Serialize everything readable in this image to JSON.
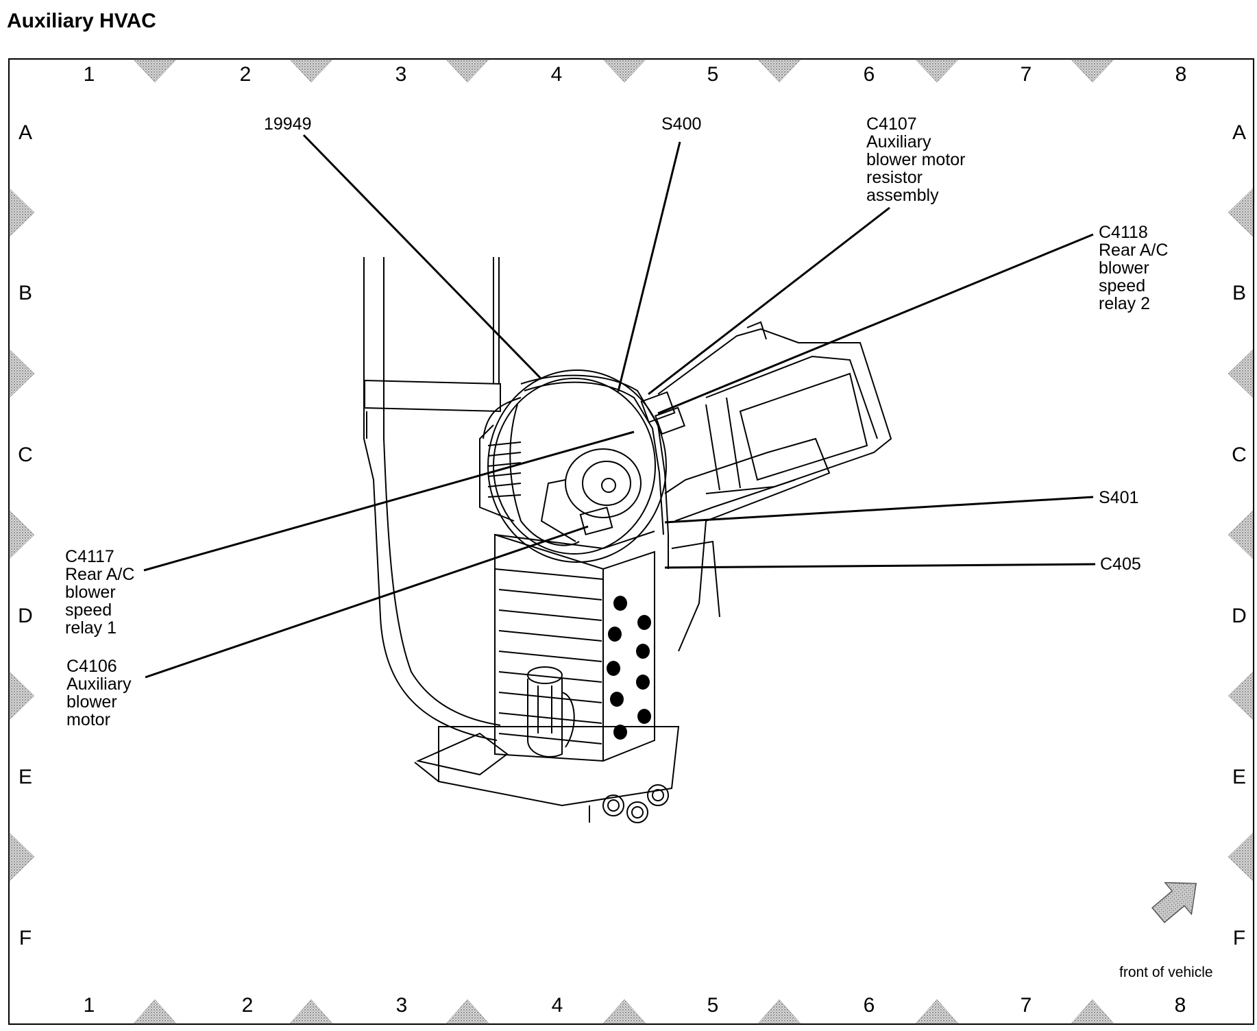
{
  "title": "Auxiliary HVAC",
  "grid": {
    "columns": [
      "1",
      "2",
      "3",
      "4",
      "5",
      "6",
      "7",
      "8"
    ],
    "rows": [
      "A",
      "B",
      "C",
      "D",
      "E",
      "F"
    ]
  },
  "callouts": [
    {
      "id": "c-19949",
      "lines": [
        "19949"
      ]
    },
    {
      "id": "c-s400",
      "lines": [
        "S400"
      ]
    },
    {
      "id": "c-c4107",
      "lines": [
        "C4107",
        "Auxiliary",
        "blower motor",
        "resistor",
        "assembly"
      ]
    },
    {
      "id": "c-c4118",
      "lines": [
        "C4118",
        "Rear A/C",
        "blower",
        "speed",
        "relay 2"
      ]
    },
    {
      "id": "c-s401",
      "lines": [
        "S401"
      ]
    },
    {
      "id": "c-c405",
      "lines": [
        "C405"
      ]
    },
    {
      "id": "c-c4117",
      "lines": [
        "C4117",
        "Rear A/C",
        "blower",
        "speed",
        "relay 1"
      ]
    },
    {
      "id": "c-c4106",
      "lines": [
        "C4106",
        "Auxiliary",
        "blower",
        "motor"
      ]
    }
  ],
  "front_label": "front of vehicle",
  "colors": {
    "ink": "#000000",
    "marker": "#9a9a9a",
    "frame": "#000000"
  }
}
